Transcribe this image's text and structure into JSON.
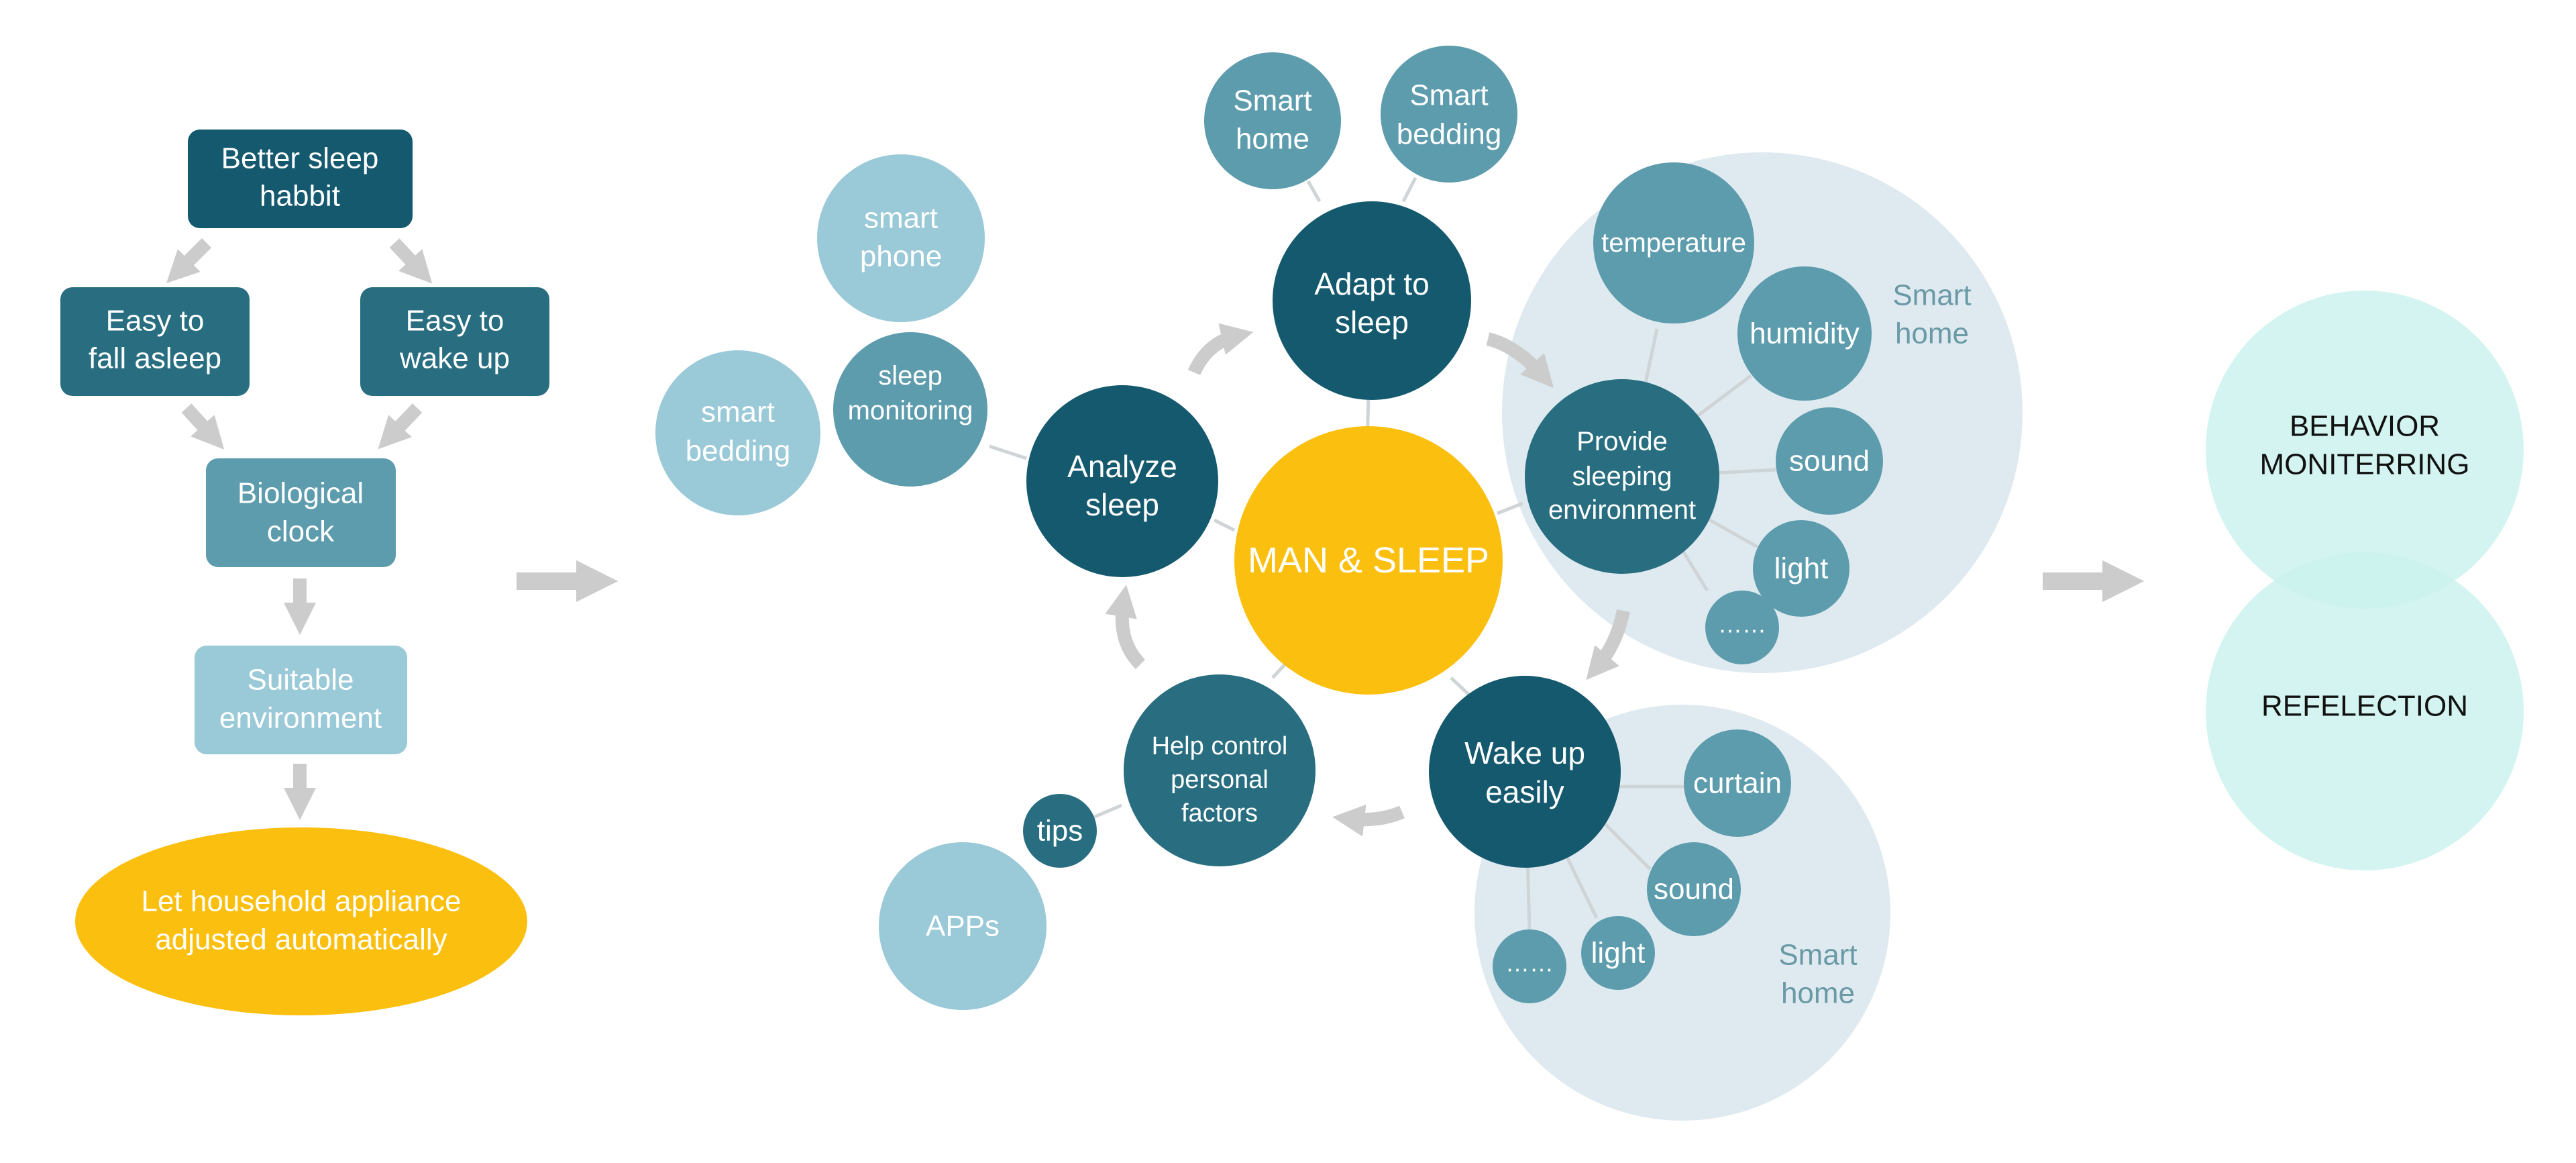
{
  "colors": {
    "dark_teal": "#14596e",
    "mid_teal": "#286e80",
    "light_teal": "#5d9cad",
    "pale_teal": "#9ac9d8",
    "accent_yellow": "#fbbf0f",
    "smart_home_bg": "#dfeaf0",
    "mint": "#cbf2ed",
    "arrow_gray": "#cccccc",
    "line_gray": "#cfd4d6"
  },
  "flowchart": {
    "better_sleep": [
      "Better sleep",
      "habbit"
    ],
    "fall_asleep": [
      "Easy to",
      "fall asleep"
    ],
    "wake_up": [
      "Easy to",
      "wake up"
    ],
    "biological_clock": [
      "Biological",
      "clock"
    ],
    "suitable_environment": [
      "Suitable",
      "environment"
    ],
    "household": [
      "Let household appliance",
      "adjusted automatically"
    ]
  },
  "center": {
    "label": "MAN & SLEEP"
  },
  "cycle": {
    "analyze": [
      "Analyze",
      "sleep"
    ],
    "adapt": [
      "Adapt to",
      "sleep"
    ],
    "provide": [
      "Provide",
      "sleeping",
      "environment"
    ],
    "wake": [
      "Wake up",
      "easily"
    ],
    "help": [
      "Help control",
      "personal",
      "factors"
    ]
  },
  "analyze_tools": {
    "smart_phone": [
      "smart",
      "phone"
    ],
    "smart_bedding": [
      "smart",
      "bedding"
    ],
    "sleep_monitoring": [
      "sleep",
      "monitoring"
    ]
  },
  "adapt_tools": {
    "smart_home": [
      "Smart",
      "home"
    ],
    "smart_bedding": [
      "Smart",
      "bedding"
    ]
  },
  "environment_factors": {
    "group_label": [
      "Smart",
      "home"
    ],
    "temperature": "temperature",
    "humidity": "humidity",
    "sound": "sound",
    "light": "light",
    "more": "……"
  },
  "wake_factors": {
    "group_label": [
      "Smart",
      "home"
    ],
    "curtain": "curtain",
    "sound": "sound",
    "light": "light",
    "more": "……"
  },
  "help_tools": {
    "tips": "tips",
    "apps": "APPs"
  },
  "result": {
    "behavior": [
      "BEHAVIOR",
      "MONITERRING"
    ],
    "reflection": "REFELECTION"
  }
}
